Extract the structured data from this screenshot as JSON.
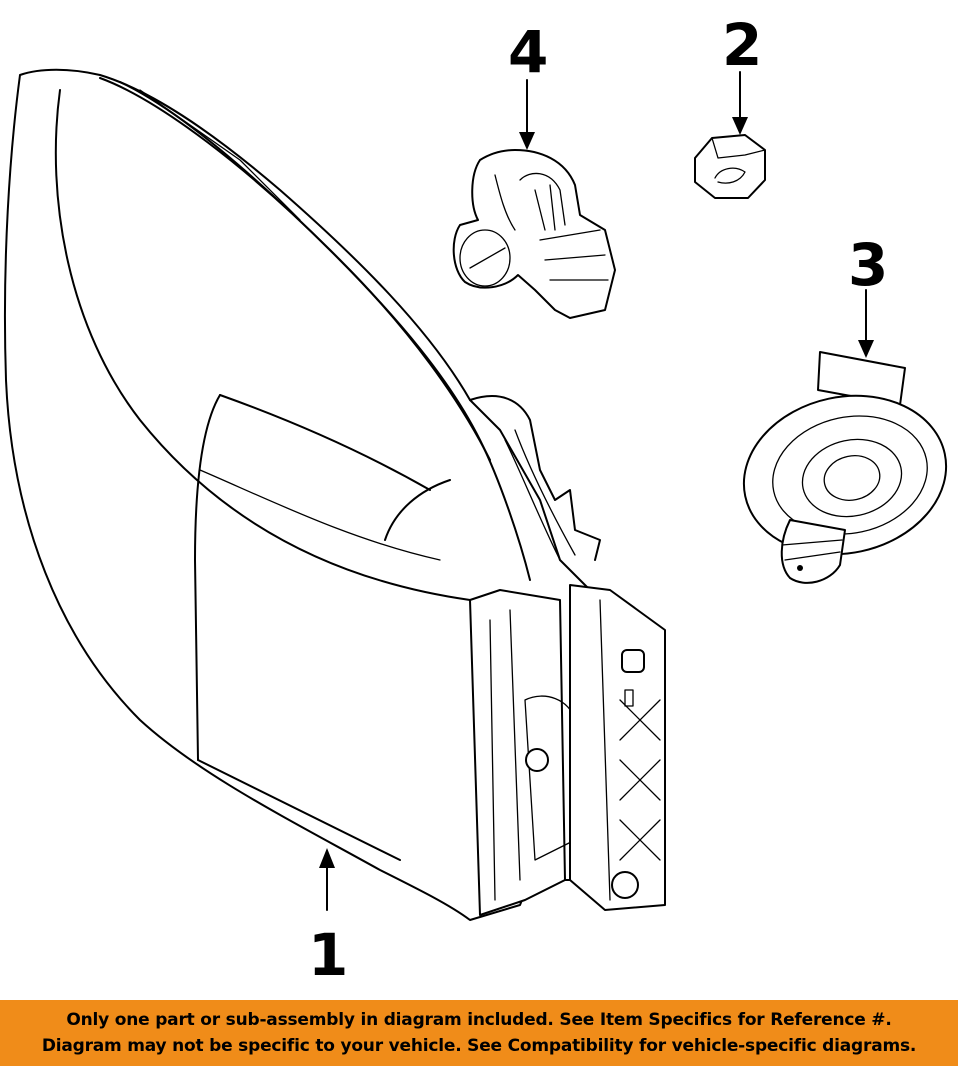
{
  "diagram": {
    "callouts": [
      {
        "id": "1",
        "label": "1"
      },
      {
        "id": "2",
        "label": "2"
      },
      {
        "id": "3",
        "label": "3"
      },
      {
        "id": "4",
        "label": "4"
      }
    ]
  },
  "banner": {
    "line1": "Only one part or sub-assembly in diagram included. See Item Specifics for Reference #.",
    "line2": "Diagram may not be specific to your vehicle. See Compatibility for vehicle-specific diagrams."
  },
  "colors": {
    "banner_bg": "#f08c19",
    "line": "#000000",
    "background": "#ffffff"
  }
}
